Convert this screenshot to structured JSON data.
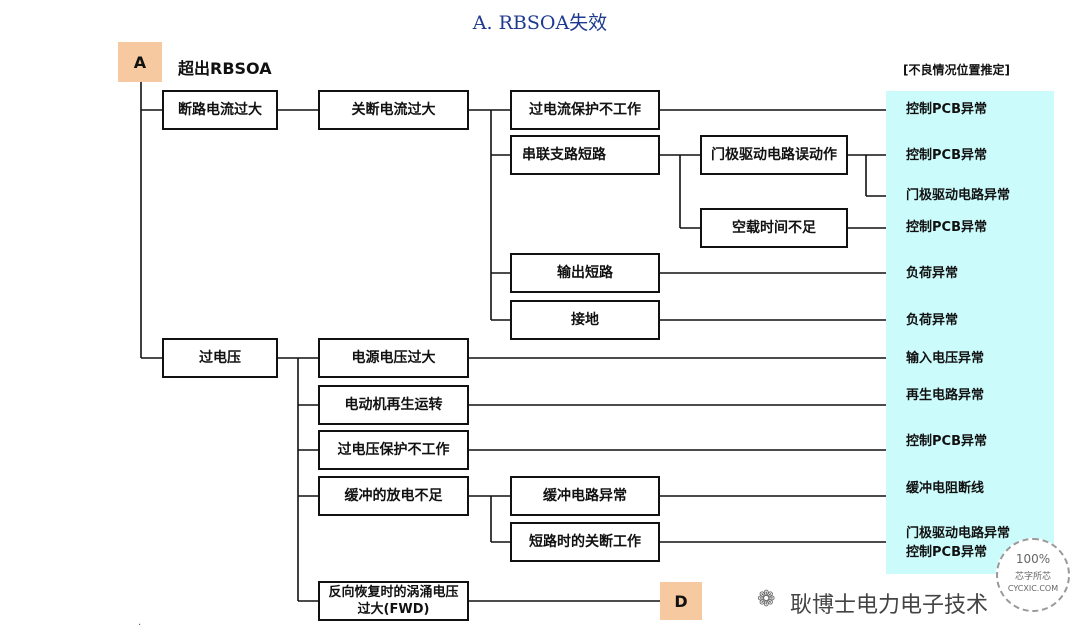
{
  "title": "A.  RBSOA失效",
  "tag_a": "A",
  "main_heading": "超出RBSOA",
  "result_header": "[不良情况位置推定]",
  "tag_d": "D",
  "boxes": {
    "b1": "断路电流过大",
    "b2": "关断电流过大",
    "b3": "过电流保护不工作",
    "b4": "串联支路短路",
    "b5": "门极驱动电路误动作",
    "b6": "空载时间不足",
    "b7": "输出短路",
    "b8": "接地",
    "b9": "过电压",
    "b10": "电源电压过大",
    "b11": "电动机再生运转",
    "b12": "过电压保护不工作",
    "b13": "缓冲的放电不足",
    "b14": "缓冲电路异常",
    "b15": "短路时的关断工作",
    "b16": "反向恢复时的涡涌电压过大(FWD)"
  },
  "results": {
    "r1": "控制PCB异常",
    "r2": "控制PCB异常",
    "r3": "门极驱动电路异常",
    "r4": "控制PCB异常",
    "r5": "负荷异常",
    "r6": "负荷异常",
    "r7": "输入电压异常",
    "r8": "再生电路异常",
    "r9": "控制PCB异常",
    "r10": "缓冲电阻断线",
    "r11": "门极驱动电路异常",
    "r12": "控制PCB异常"
  },
  "watermark": {
    "text": "耿博士电力电子技术",
    "seal_top": "100%",
    "seal_mid": "芯字所芯",
    "seal_bottom": "CYCXIC.COM",
    "icon": "wechat-icon"
  },
  "footnote": "."
}
